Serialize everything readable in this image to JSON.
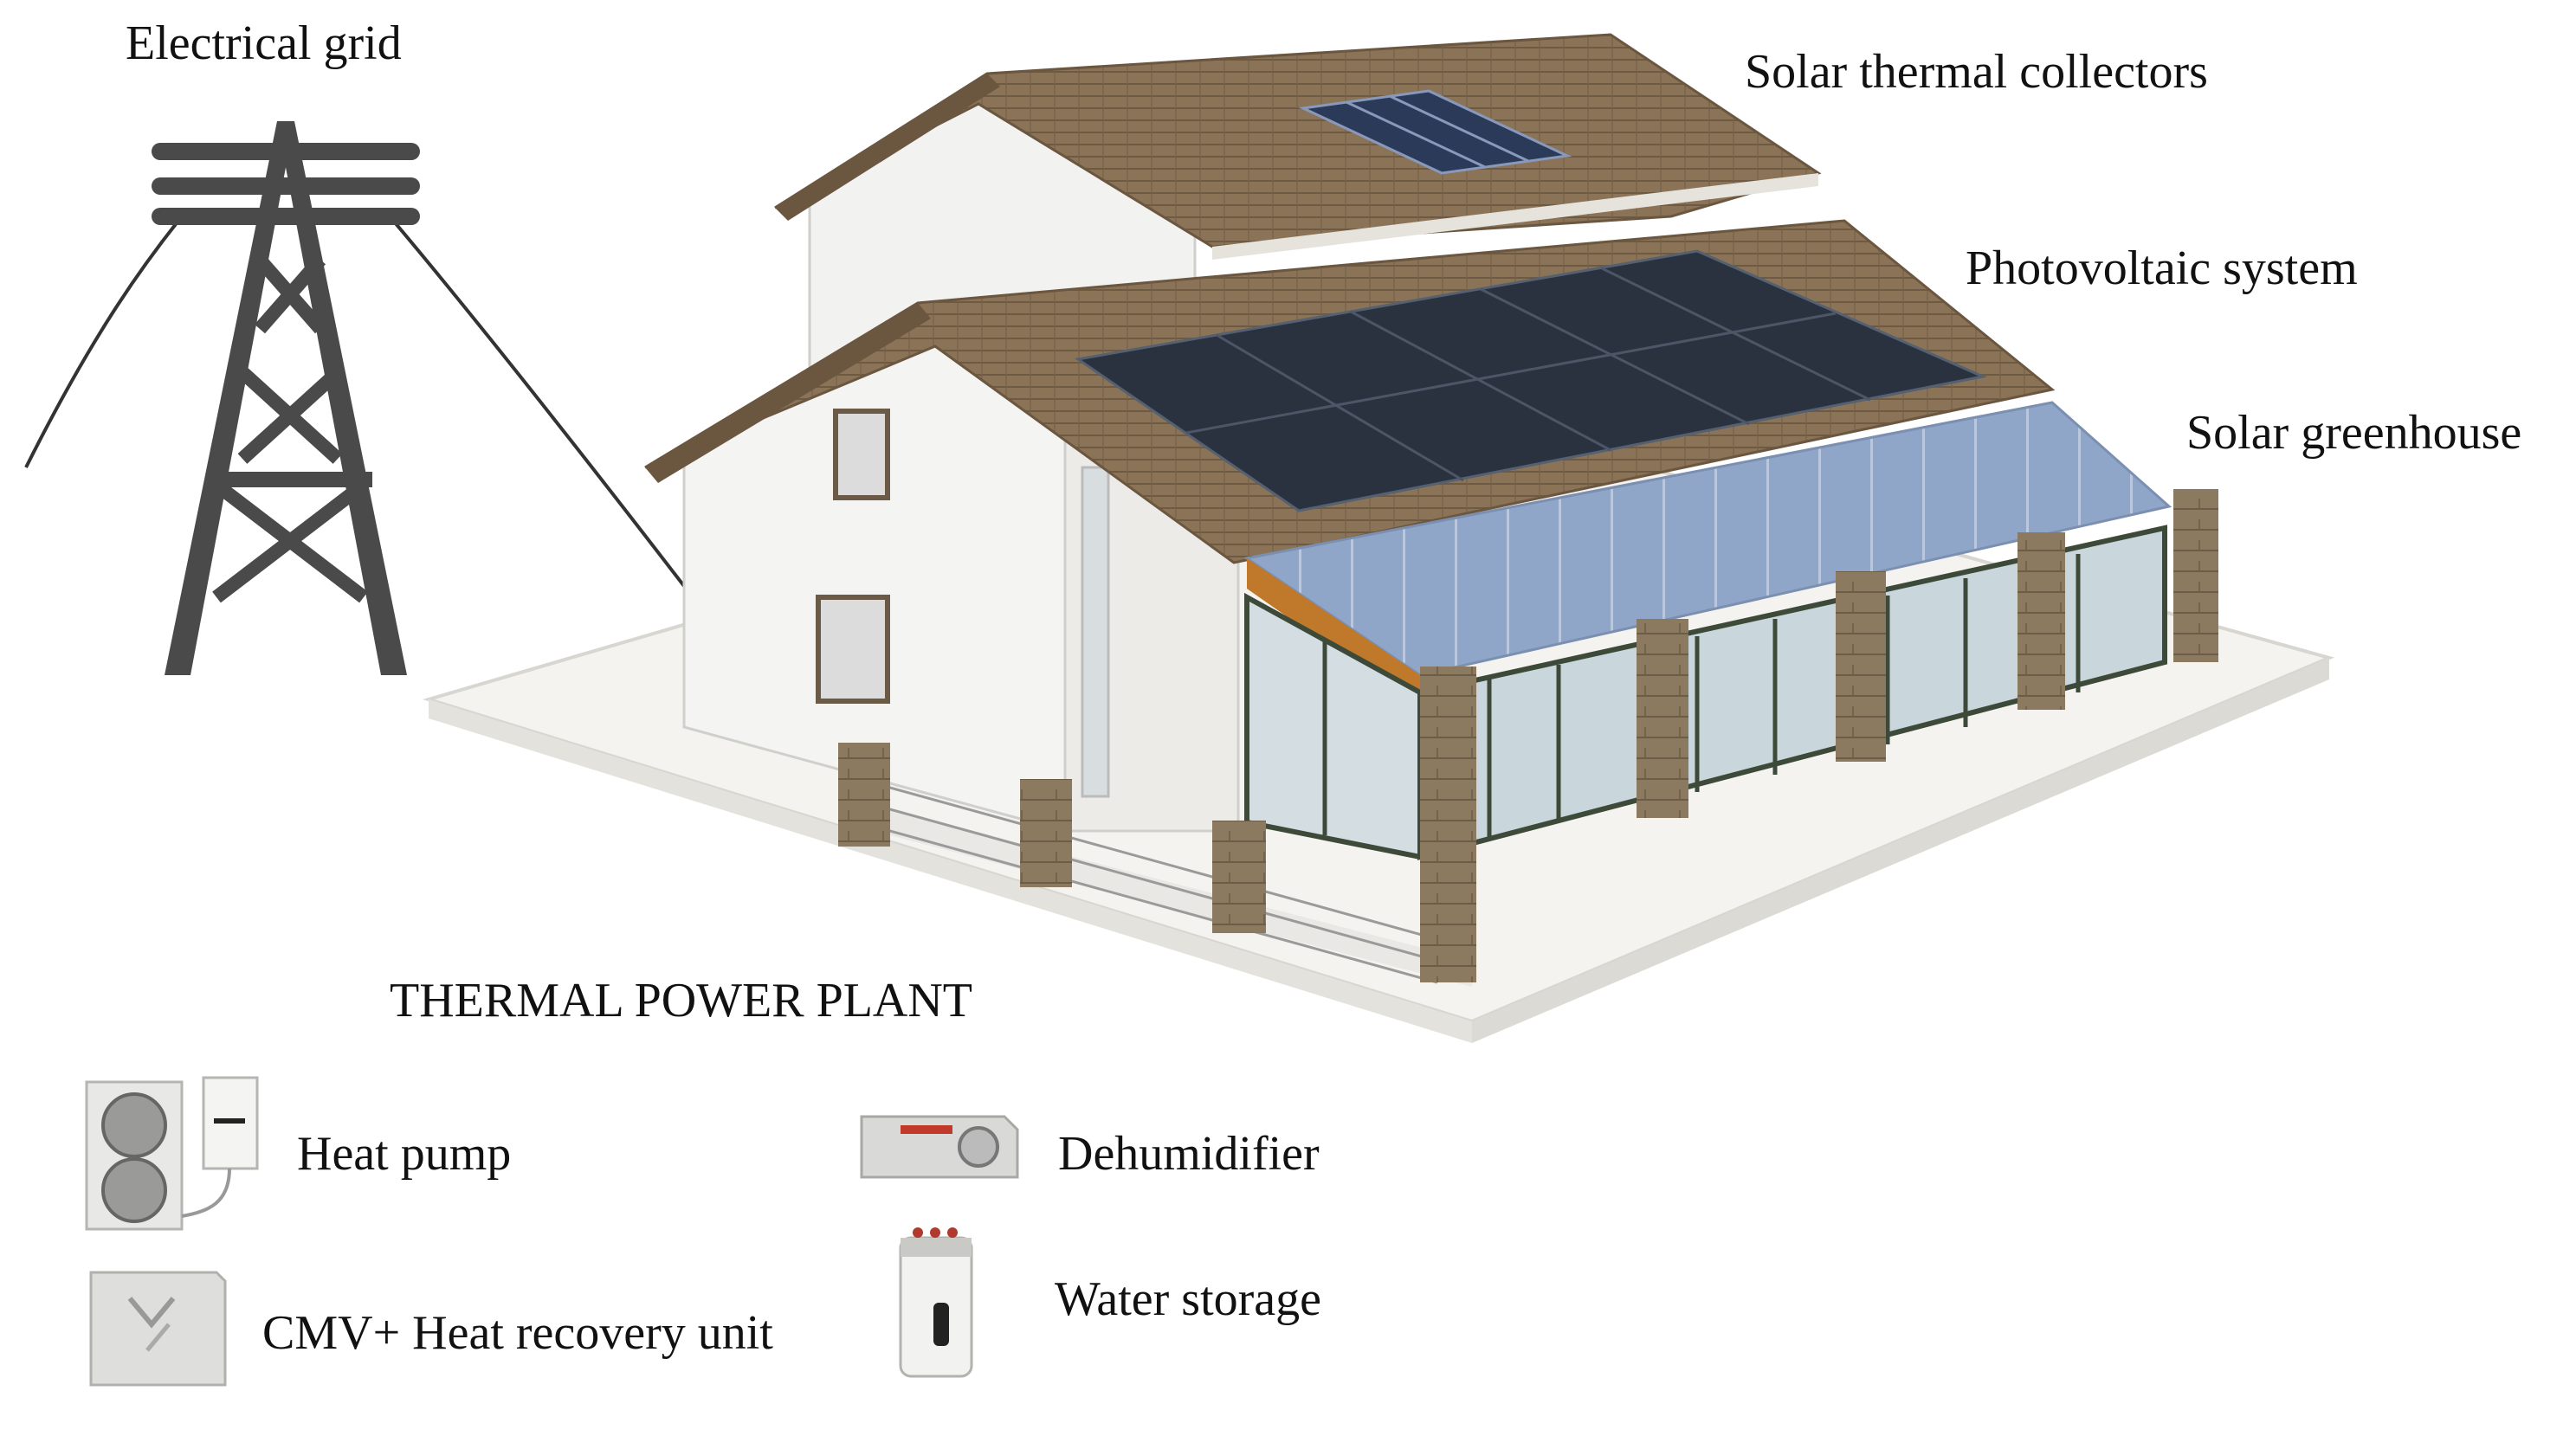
{
  "labels": {
    "electrical_grid": "Electrical grid",
    "solar_thermal_collectors": "Solar thermal collectors",
    "photovoltaic_system": "Photovoltaic system",
    "solar_greenhouse": "Solar greenhouse",
    "thermal_power_plant": "THERMAL POWER PLANT"
  },
  "equipment": [
    {
      "label": "Heat pump",
      "icon": "heat-pump-icon"
    },
    {
      "label": "Dehumidifier",
      "icon": "dehumidifier-icon"
    },
    {
      "label": "CMV+ Heat recovery unit",
      "icon": "heat-recovery-unit-icon"
    },
    {
      "label": "Water storage",
      "icon": "water-storage-icon"
    }
  ],
  "colors": {
    "roof": "#8a7357",
    "pv_panel": "#2a3240",
    "wall": "#f2f2f0",
    "glass_roof": "#8fa6c8",
    "pillar": "#8b7a60",
    "frame": "#3d4a3a",
    "pylon": "#4a4a4a"
  }
}
